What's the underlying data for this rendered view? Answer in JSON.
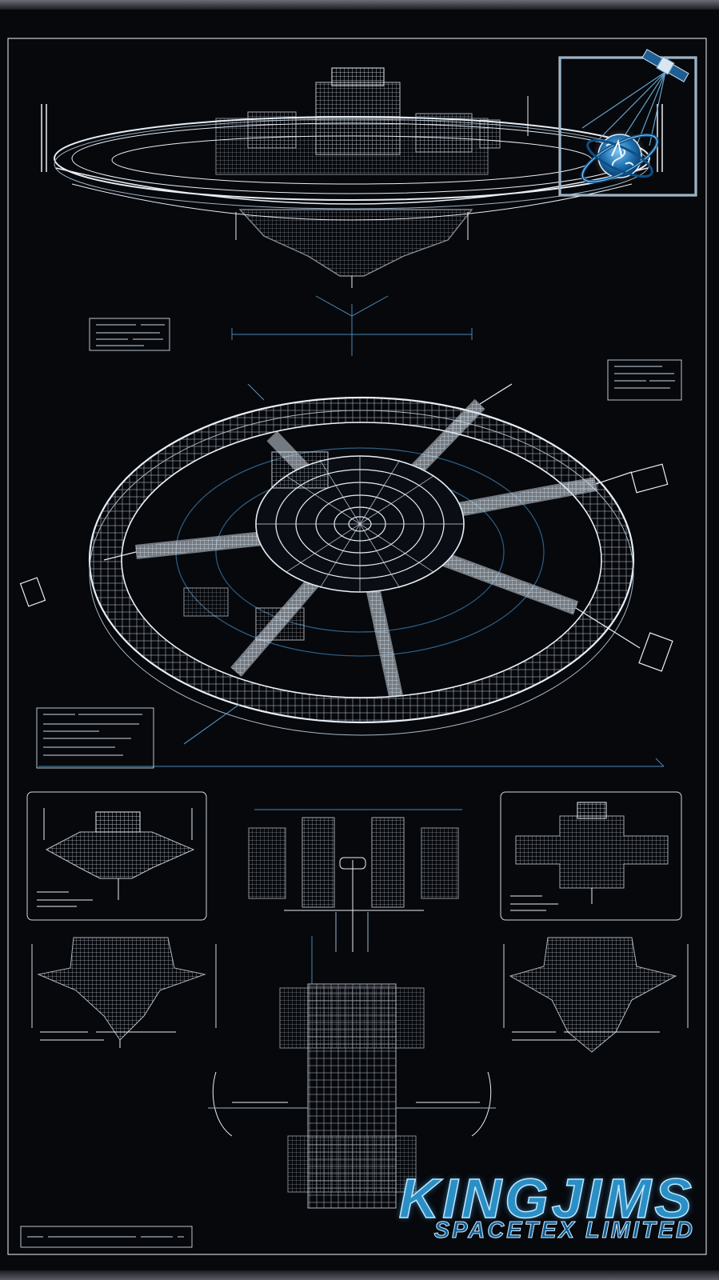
{
  "brand": {
    "name": "KINGJIMS",
    "subtitle": "SPACETEX LIMITED"
  },
  "colors": {
    "background": "#06080c",
    "blueprint_line": "#e8eef5",
    "accent": "#2a8fc4",
    "dim_line": "#3f6e92"
  },
  "icons": {
    "logo": "satellite-globe-logo"
  }
}
